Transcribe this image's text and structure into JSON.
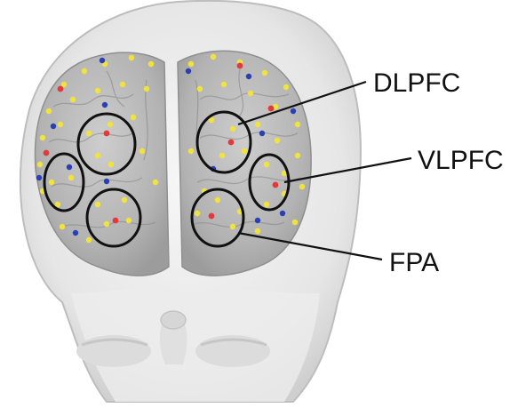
{
  "labels": {
    "dlpfc": "DLPFC",
    "vlpfc": "VLPFC",
    "fpa": "FPA"
  },
  "colors": {
    "head": "#e8e8e8",
    "brain": "#b9b9b9",
    "electrode_yellow": "#f2e33a",
    "electrode_red": "#e23a3a",
    "electrode_blue": "#2b3fb5",
    "outline": "#111111"
  }
}
